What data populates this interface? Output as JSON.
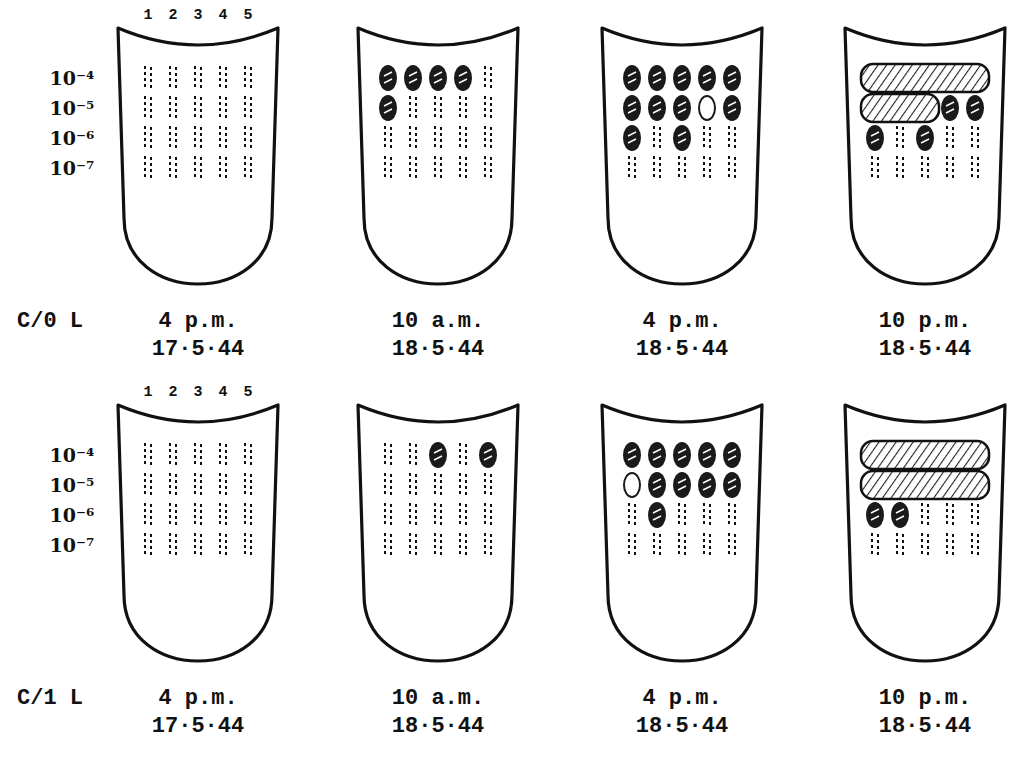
{
  "diagram": {
    "labels": [
      "1",
      "2",
      "3",
      "4",
      "5",
      "10⁻⁴",
      "10⁻⁵",
      "10⁻⁶",
      "10⁻⁷",
      "C/0 L",
      "4 p.m.",
      "17·5·44",
      "10 a.m.",
      "18·5·44",
      "4 p.m.",
      "18·5·44",
      "10 p.m.",
      "18·5·44",
      "1",
      "2",
      "3",
      "4",
      "5",
      "10⁻⁴",
      "10⁻⁵",
      "10⁻⁶",
      "10⁻⁷",
      "C/1 L",
      "4 p.m.",
      "17·5·44",
      "10 a.m.",
      "18·5·44",
      "4 p.m.",
      "18·5·44",
      "10 p.m.",
      "18·5·44"
    ]
  }
}
